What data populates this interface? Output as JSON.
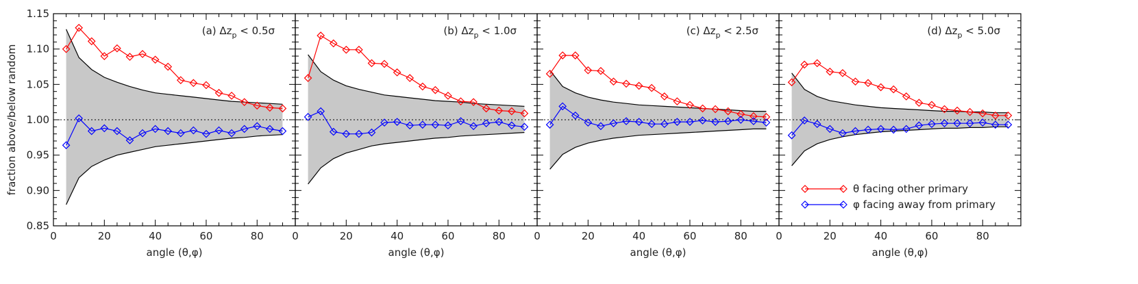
{
  "chart_data": {
    "type": "line",
    "ylabel": "fraction above/below random",
    "ylim": [
      0.85,
      1.15
    ],
    "yticks": [
      "0.85",
      "0.90",
      "0.95",
      "1.00",
      "1.05",
      "1.10",
      "1.15"
    ],
    "xlim": [
      0,
      95
    ],
    "xticks": [
      "0",
      "20",
      "40",
      "60",
      "80"
    ],
    "reference_line": 1.0,
    "colors": {
      "theta": "#ff0000",
      "phi": "#0000ff",
      "band": "#c8c8c8",
      "band_edge": "#000000"
    },
    "legend": {
      "placement": "lower-right of panel (d)",
      "entries": [
        {
          "label": "θ facing other primary",
          "color": "#ff0000"
        },
        {
          "label": "φ facing away from primary",
          "color": "#0000ff"
        }
      ]
    },
    "x": [
      5,
      10,
      15,
      20,
      25,
      30,
      35,
      40,
      45,
      50,
      55,
      60,
      65,
      70,
      75,
      80,
      85,
      90
    ],
    "panels": [
      {
        "label": "(a) Δz",
        "label_sub": "p",
        "label_rest": " < 0.5σ",
        "xlabel": "angle (θ,φ)",
        "band_upper": [
          1.128,
          1.088,
          1.071,
          1.06,
          1.053,
          1.047,
          1.042,
          1.038,
          1.036,
          1.034,
          1.032,
          1.03,
          1.028,
          1.026,
          1.025,
          1.024,
          1.023,
          1.022
        ],
        "band_lower": [
          0.88,
          0.918,
          0.934,
          0.943,
          0.95,
          0.954,
          0.958,
          0.962,
          0.964,
          0.966,
          0.968,
          0.97,
          0.972,
          0.974,
          0.975,
          0.977,
          0.978,
          0.979
        ],
        "series": [
          {
            "name": "θ facing other primary",
            "values": [
              1.1,
              1.13,
              1.111,
              1.09,
              1.101,
              1.089,
              1.093,
              1.085,
              1.075,
              1.056,
              1.052,
              1.049,
              1.038,
              1.034,
              1.025,
              1.02,
              1.017,
              1.016
            ]
          },
          {
            "name": "φ facing away from primary",
            "values": [
              0.964,
              1.002,
              0.984,
              0.988,
              0.984,
              0.971,
              0.981,
              0.987,
              0.984,
              0.981,
              0.985,
              0.98,
              0.985,
              0.981,
              0.987,
              0.991,
              0.987,
              0.984
            ]
          }
        ]
      },
      {
        "label": "(b) Δz",
        "label_sub": "p",
        "label_rest": " < 1.0σ",
        "xlabel": "angle (θ,φ)",
        "band_upper": [
          1.092,
          1.068,
          1.056,
          1.048,
          1.043,
          1.039,
          1.035,
          1.033,
          1.031,
          1.029,
          1.027,
          1.026,
          1.025,
          1.023,
          1.022,
          1.021,
          1.02,
          1.019
        ],
        "band_lower": [
          0.909,
          0.932,
          0.945,
          0.953,
          0.958,
          0.963,
          0.966,
          0.968,
          0.97,
          0.972,
          0.974,
          0.975,
          0.977,
          0.978,
          0.979,
          0.98,
          0.981,
          0.982
        ],
        "series": [
          {
            "name": "θ facing other primary",
            "values": [
              1.059,
              1.119,
              1.108,
              1.099,
              1.099,
              1.08,
              1.079,
              1.067,
              1.059,
              1.047,
              1.042,
              1.034,
              1.026,
              1.025,
              1.016,
              1.013,
              1.012,
              1.009
            ]
          },
          {
            "name": "φ facing away from primary",
            "values": [
              1.004,
              1.012,
              0.983,
              0.98,
              0.98,
              0.982,
              0.996,
              0.997,
              0.992,
              0.993,
              0.993,
              0.992,
              0.998,
              0.991,
              0.995,
              0.997,
              0.992,
              0.99
            ]
          }
        ]
      },
      {
        "label": "(c) Δz",
        "label_sub": "p",
        "label_rest": " < 2.5σ",
        "xlabel": "angle (θ,φ)",
        "band_upper": [
          1.07,
          1.047,
          1.038,
          1.032,
          1.028,
          1.025,
          1.023,
          1.021,
          1.02,
          1.019,
          1.018,
          1.017,
          1.016,
          1.015,
          1.014,
          1.013,
          1.012,
          1.012
        ],
        "band_lower": [
          0.93,
          0.951,
          0.961,
          0.967,
          0.971,
          0.974,
          0.976,
          0.978,
          0.979,
          0.98,
          0.981,
          0.982,
          0.983,
          0.984,
          0.985,
          0.986,
          0.987,
          0.987
        ],
        "series": [
          {
            "name": "θ facing other primary",
            "values": [
              1.065,
              1.091,
              1.091,
              1.07,
              1.069,
              1.054,
              1.051,
              1.048,
              1.045,
              1.033,
              1.026,
              1.021,
              1.016,
              1.015,
              1.012,
              1.008,
              1.005,
              1.004
            ]
          },
          {
            "name": "φ facing away from primary",
            "values": [
              0.993,
              1.019,
              1.006,
              0.996,
              0.991,
              0.995,
              0.998,
              0.997,
              0.994,
              0.994,
              0.997,
              0.997,
              0.999,
              0.997,
              0.998,
              1.0,
              0.998,
              0.996
            ]
          }
        ]
      },
      {
        "label": "(d) Δz",
        "label_sub": "p",
        "label_rest": " < 5.0σ",
        "xlabel": "angle (θ,φ)",
        "band_upper": [
          1.066,
          1.043,
          1.033,
          1.027,
          1.024,
          1.021,
          1.019,
          1.017,
          1.016,
          1.015,
          1.014,
          1.013,
          1.012,
          1.012,
          1.011,
          1.011,
          1.01,
          1.01
        ],
        "band_lower": [
          0.935,
          0.956,
          0.966,
          0.972,
          0.976,
          0.979,
          0.981,
          0.983,
          0.984,
          0.985,
          0.986,
          0.987,
          0.988,
          0.988,
          0.989,
          0.989,
          0.99,
          0.99
        ],
        "series": [
          {
            "name": "θ facing other primary",
            "values": [
              1.053,
              1.078,
              1.08,
              1.068,
              1.066,
              1.054,
              1.052,
              1.046,
              1.043,
              1.033,
              1.024,
              1.021,
              1.015,
              1.013,
              1.011,
              1.009,
              1.006,
              1.006
            ]
          },
          {
            "name": "φ facing away from primary",
            "values": [
              0.978,
              0.999,
              0.994,
              0.987,
              0.981,
              0.984,
              0.986,
              0.987,
              0.986,
              0.987,
              0.992,
              0.994,
              0.995,
              0.995,
              0.995,
              0.996,
              0.993,
              0.993
            ]
          }
        ]
      }
    ]
  }
}
